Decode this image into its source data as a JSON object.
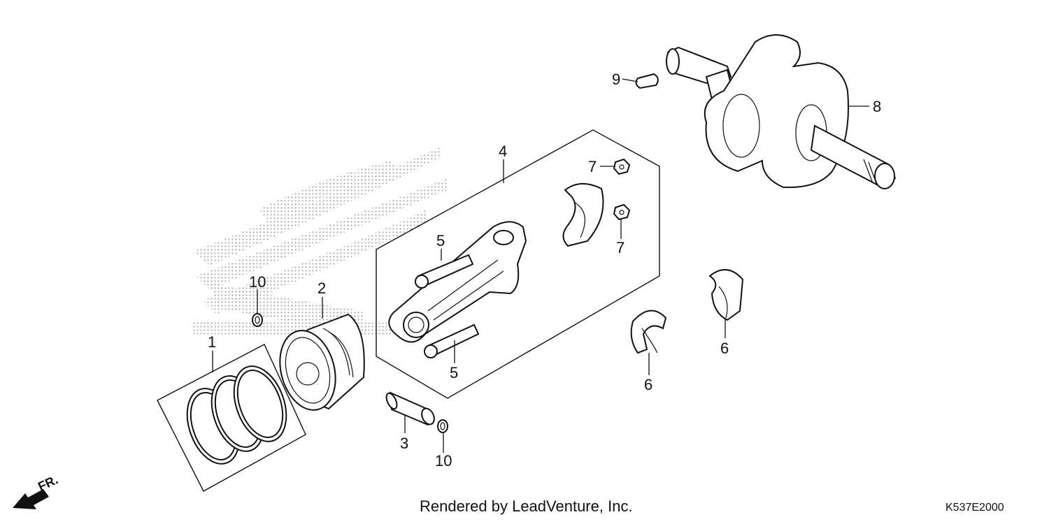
{
  "callouts": {
    "c1": "1",
    "c2": "2",
    "c3": "3",
    "c4": "4",
    "c5a": "5",
    "c5b": "5",
    "c6a": "6",
    "c6b": "6",
    "c7a": "7",
    "c7b": "7",
    "c8": "8",
    "c9": "9",
    "c10a": "10",
    "c10b": "10"
  },
  "direction_label": "FR.",
  "footer_text": "Rendered by LeadVenture, Inc.",
  "diagram_code": "K537E2000",
  "watermark": "wing logo"
}
